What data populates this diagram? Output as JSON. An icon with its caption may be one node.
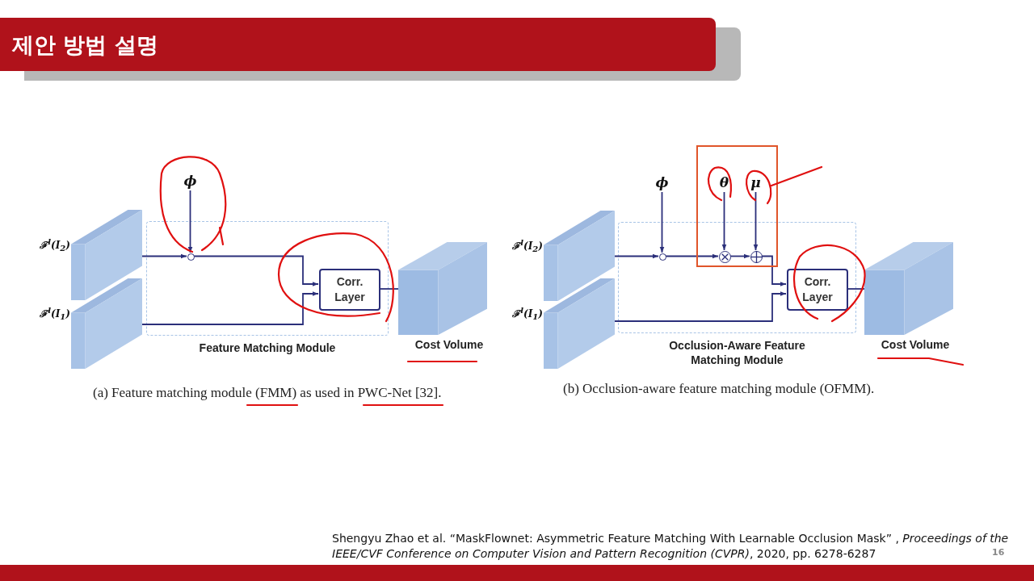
{
  "diagram": {
    "title": "제안 방법 설명",
    "nodes": [
      {
        "text": [
          "Feature Matching Module"
        ]
      },
      {
        "text": [],
        "shape": "box",
        "beside": [
          "ℱ$^{l}$(*I*$_{2}$)"
        ]
      },
      {
        "text": [],
        "shape": "box",
        "beside": [
          "ℱ$^{l}$(*I*$_{1}$)"
        ]
      },
      {
        "text": [
          "ϕ"
        ]
      },
      {
        "text": [],
        "shape": "circle",
        "in": 0
      },
      {
        "text": [
          "Corr. Layer"
        ],
        "in": 0
      },
      {
        "text": [],
        "shape": "box",
        "beside": [
          "Cost Volume"
        ]
      },
      {
        "text": [
          "Occlusion-Aware Feature Matching Module"
        ]
      },
      {
        "text": [],
        "shape": "box",
        "beside": [
          "ℱ$^{l}$(*I*$_{2}$)"
        ]
      },
      {
        "text": [],
        "shape": "box",
        "beside": [
          "ℱ$^{l}$(*I*$_{1}$)"
        ]
      },
      {
        "text": [
          "ϕ"
        ]
      },
      {
        "text": [
          "θ"
        ]
      },
      {
        "text": [
          "μ"
        ]
      },
      {
        "text": [],
        "shape": "circle",
        "in": 7
      },
      {
        "text": [],
        "shape": "circle",
        "in": 7
      },
      {
        "text": [],
        "shape": "circle",
        "in": 7
      },
      {
        "text": [
          "Corr. Layer"
        ],
        "in": 7
      },
      {
        "text": [],
        "shape": "box",
        "beside": [
          "Cost Volume"
        ]
      }
    ],
    "edges": [
      {
        "from": 1,
        "to": 4,
        "arrow": "to"
      },
      {
        "from": 3,
        "to": 4,
        "arrow": "to"
      },
      {
        "from": 4,
        "to": 5,
        "arrow": "to"
      },
      {
        "from": 2,
        "to": 5,
        "arrow": "to"
      },
      {
        "from": 5,
        "to": 6,
        "arrow": "none"
      },
      {
        "from": 8,
        "to": 13,
        "arrow": "to"
      },
      {
        "from": 10,
        "to": 13,
        "arrow": "to"
      },
      {
        "from": 13,
        "to": 14,
        "arrow": "to"
      },
      {
        "from": 11,
        "to": 14,
        "arrow": "to"
      },
      {
        "from": 14,
        "to": 15,
        "arrow": "to"
      },
      {
        "from": 12,
        "to": 15,
        "arrow": "to"
      },
      {
        "from": 15,
        "to": 16,
        "arrow": "to"
      },
      {
        "from": 9,
        "to": 16,
        "arrow": "to"
      },
      {
        "from": 16,
        "to": 17,
        "arrow": "none"
      }
    ],
    "labels": [
      "(a) Feature matching module (FMM) as used in PWC-Net [32].",
      "(b) Occlusion-aware feature matching module (OFMM).",
      "Shengyu Zhao et al. “MaskFlownet: Asymmetric Feature Matching With Learnable Occlusion Mask” , *Proceedings of the IEEE/CVF Conference on Computer Vision and Pattern Recognition (CVPR)*, 2020, pp. 6278-6287",
      "16"
    ]
  }
}
